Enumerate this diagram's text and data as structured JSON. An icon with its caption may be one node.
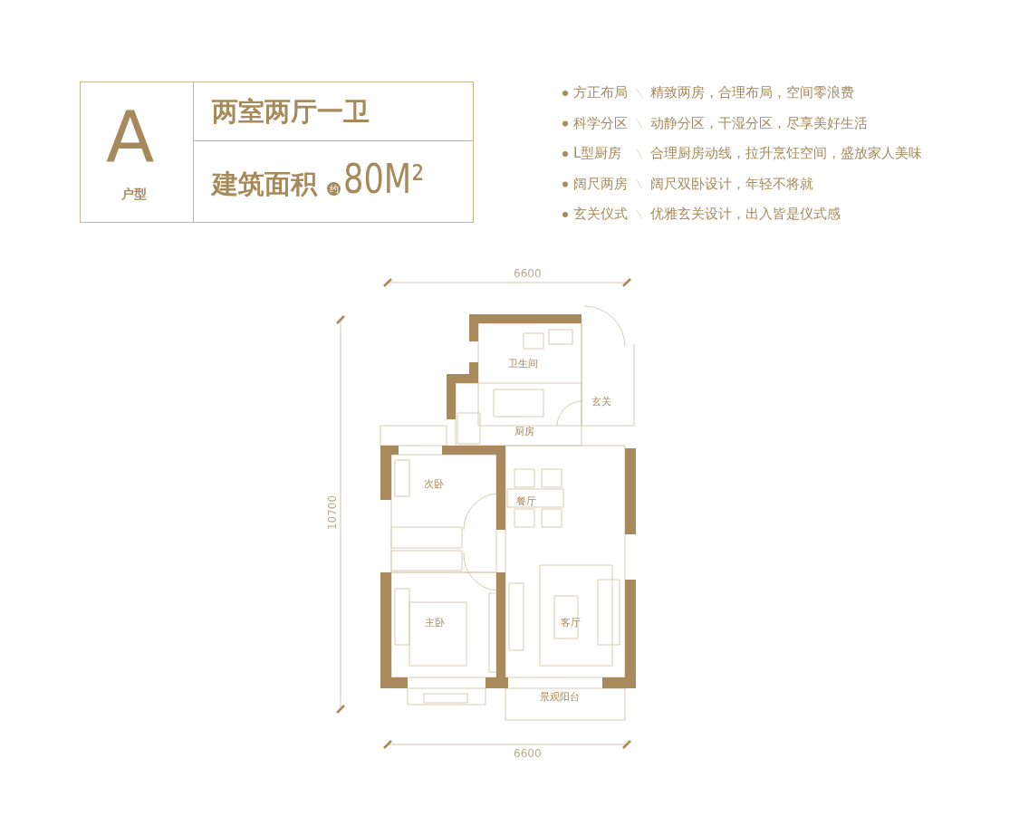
{
  "diagram": {
    "nodes": [
      {
        "text": [
          "A",
          "户型"
        ]
      },
      {
        "text": [
          "两室两厅一卫"
        ]
      },
      {
        "text": [
          "建筑面积",
          "约",
          "80M²"
        ]
      }
    ],
    "edges": [],
    "labels": [
      "方正布局",
      "精致两房，合理布局，空间零浪费",
      "科学分区",
      "动静分区，干湿分区，尽享美好生活",
      "L型厨房",
      "合理厨房动线，拉升烹饪空间，盛放家人美味",
      "阔尺两房",
      "阔尺双卧设计，年轻不将就",
      "玄关仪式",
      "优雅玄关设计，出入皆是仪式感",
      "6600",
      "卫生间",
      "玄关",
      "厨房",
      "次卧",
      "餐厅",
      "10700",
      "主卧",
      "客厅",
      "景观阳台",
      "6600"
    ]
  }
}
